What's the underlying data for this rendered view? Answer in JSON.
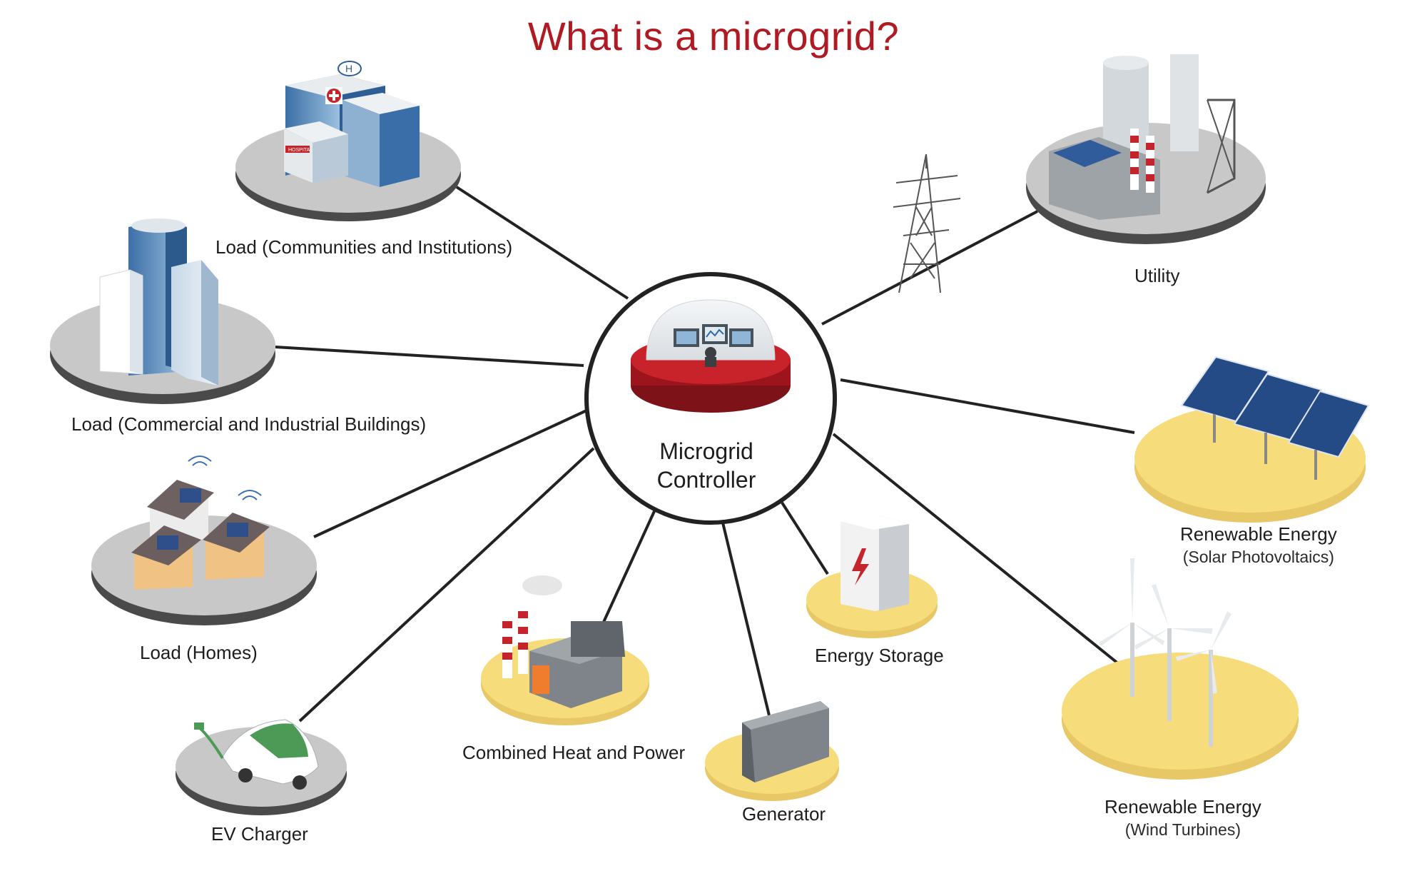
{
  "title": "What is a microgrid?",
  "controller": {
    "line1": "Microgrid",
    "line2": "Controller"
  },
  "nodes": {
    "communities": {
      "label": "Load (Communities and Institutions)"
    },
    "commercial": {
      "label": "Load (Commercial and Industrial Buildings)"
    },
    "homes": {
      "label": "Load (Homes)"
    },
    "ev": {
      "label": "EV Charger"
    },
    "chp": {
      "label": "Combined Heat and Power"
    },
    "generator": {
      "label": "Generator"
    },
    "storage": {
      "label": "Energy Storage"
    },
    "wind": {
      "label": "Renewable Energy",
      "sub": "(Wind Turbines)"
    },
    "solar": {
      "label": "Renewable Energy",
      "sub": "(Solar Photovoltaics)"
    },
    "utility": {
      "label": "Utility"
    }
  },
  "icons": {
    "hospital_sign": "HOSPITAL",
    "hospital_roof_letter": "H"
  },
  "colors": {
    "title": "#b01a23",
    "controller_red": "#b01a23",
    "platform_grey": "#c9c9c9",
    "platform_yellow": "#f7dc7c",
    "line": "#222222"
  }
}
